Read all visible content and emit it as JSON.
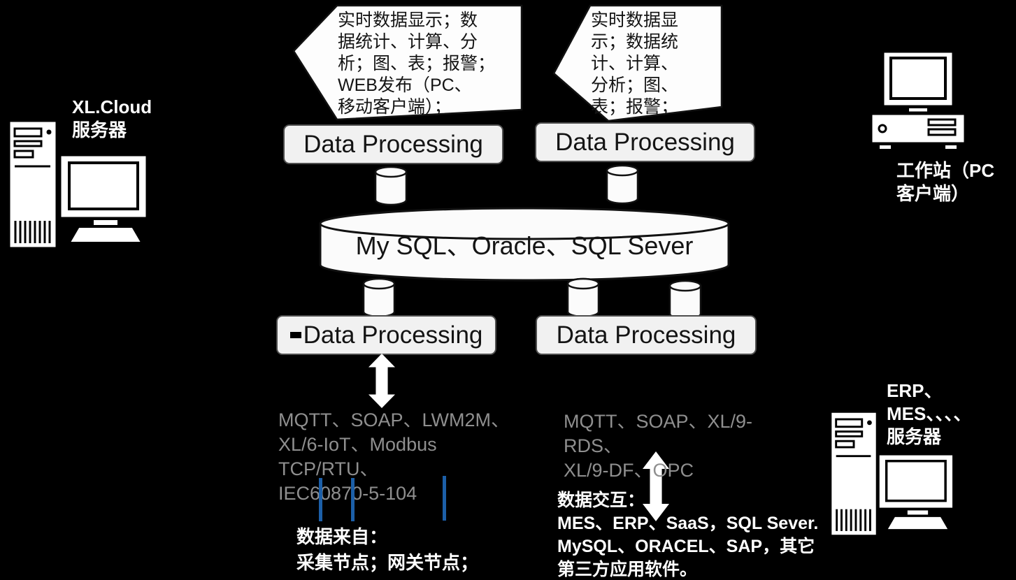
{
  "labels": {
    "cloud_server": "XL.Cloud\n服务器",
    "workstation": "工作站（PC\n客户端）",
    "erp_server": "ERP、\nMES、、、、\n服务器"
  },
  "callouts": {
    "left": "实时数据显示；数\n据统计、计算、分\n析；图、表；报警；\nWEB发布（PC、\n移动客户端）；",
    "right": "实时数据显\n示；数据统\n计、计算、\n分析；图、\n表；报警；"
  },
  "process_boxes": {
    "top_left": "Data Processing",
    "top_right": "Data Processing",
    "bottom_left": "Data Processing",
    "bottom_right": "Data Processing"
  },
  "database": {
    "label": "My SQL、Oracle、SQL Sever"
  },
  "protocols": {
    "left": "MQTT、SOAP、LWM2M、\nXL/6-IoT、Modbus TCP/RTU、\nIEC60870-5-104",
    "right": "MQTT、SOAP、XL/9-RDS、\nXL/9-DF、OPC"
  },
  "notes": {
    "data_sources": "数据来自：\n采集节点；网关节点；PaaS。",
    "data_exchange": "数据交互：\nMES、ERP、SaaS，SQL Sever.\nMySQL、ORACEL、SAP，其它\n第三方应用软件。"
  },
  "colors": {
    "background": "#000000",
    "box_fill": "#f1f1f1",
    "box_border": "#4f4f4f",
    "shape_fill": "#fbfbfb",
    "gray_text": "#8f8f8f",
    "blue_line": "#1c5fa8",
    "white_text": "#ffffff",
    "dark_text": "#141414"
  }
}
